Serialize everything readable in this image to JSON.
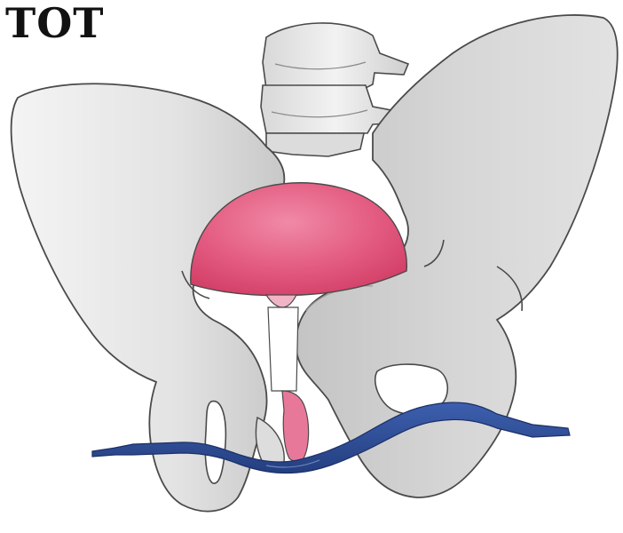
{
  "figure": {
    "title": "TOT"
  },
  "colors": {
    "bone_fill": "#e9e9e9",
    "bone_shadow": "#c9c9c9",
    "bone_outline": "#4a4a4a",
    "bladder": "#e04a72",
    "bladder_highlight": "#f3a3b8",
    "urethra": "#ffffff",
    "tape": "#2f4f9a",
    "tape_dark": "#213a78"
  },
  "components": [
    {
      "id": "pelvis",
      "icon": "pelvis-bone-icon"
    },
    {
      "id": "lumbar-spine",
      "icon": "vertebrae-icon"
    },
    {
      "id": "bladder",
      "icon": "bladder-icon"
    },
    {
      "id": "urethra",
      "icon": "urethra-icon"
    },
    {
      "id": "transobturator-tape",
      "icon": "sling-tape-icon"
    }
  ]
}
